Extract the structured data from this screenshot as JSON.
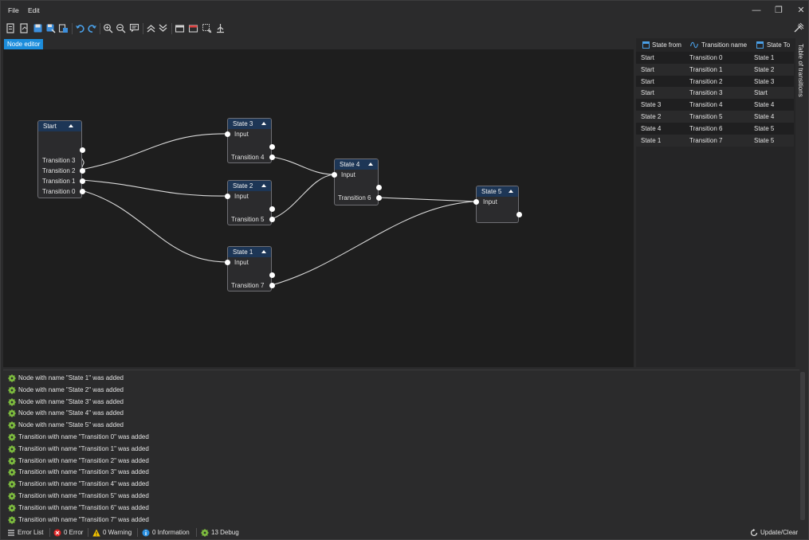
{
  "menu": {
    "file": "File",
    "edit": "Edit"
  },
  "window_controls": {
    "minimize": "—",
    "restore": "❐",
    "close": "✕"
  },
  "editor_tab": "Node editor",
  "nodes": {
    "start": {
      "title": "Start",
      "rows": [
        "Transition 3",
        "Transition 2",
        "Transition 1",
        "Transition 0"
      ]
    },
    "state3": {
      "title": "State 3",
      "input": "Input",
      "output": "Transition 4"
    },
    "state2": {
      "title": "State 2",
      "input": "Input",
      "output": "Transition 5"
    },
    "state1": {
      "title": "State 1",
      "input": "Input",
      "output": "Transition 7"
    },
    "state4": {
      "title": "State 4",
      "input": "Input",
      "output": "Transition 6"
    },
    "state5": {
      "title": "State 5",
      "input": "Input"
    }
  },
  "transitions_table": {
    "side_title": "Table of transitions",
    "headers": {
      "from": "State from",
      "name": "Transition name",
      "to": "State To"
    },
    "rows": [
      {
        "from": "Start",
        "name": "Transition 0",
        "to": "State 1"
      },
      {
        "from": "Start",
        "name": "Transition 1",
        "to": "State 2"
      },
      {
        "from": "Start",
        "name": "Transition 2",
        "to": "State 3"
      },
      {
        "from": "Start",
        "name": "Transition 3",
        "to": "Start"
      },
      {
        "from": "State 3",
        "name": "Transition 4",
        "to": "State 4"
      },
      {
        "from": "State 2",
        "name": "Transition 5",
        "to": "State 4"
      },
      {
        "from": "State 4",
        "name": "Transition 6",
        "to": "State 5"
      },
      {
        "from": "State 1",
        "name": "Transition 7",
        "to": "State 5"
      }
    ]
  },
  "log": [
    "Node with name \"State 1\" was added",
    "Node with name \"State 2\" was added",
    "Node with name \"State 3\" was added",
    "Node with name \"State 4\" was added",
    "Node with name \"State 5\" was added",
    "Transition with name \"Transition 0\" was added",
    "Transition with name \"Transition 1\" was added",
    "Transition with name \"Transition 2\" was added",
    "Transition with name \"Transition 3\" was added",
    "Transition with name \"Transition 4\" was added",
    "Transition with name \"Transition 5\" was added",
    "Transition with name \"Transition 6\" was added",
    "Transition with name \"Transition 7\" was added"
  ],
  "statusbar": {
    "error_list": "Error List",
    "errors": "0 Error",
    "warnings": "0 Warning",
    "information": "0 Information",
    "debug": "13 Debug",
    "update_clear": "Update/Clear"
  },
  "colors": {
    "accent": "#1c8ddc",
    "node_header": "#1d3656",
    "error": "#e02424",
    "warning": "#f5c400",
    "info": "#2a8fe0",
    "debug": "#7fbf3f"
  }
}
